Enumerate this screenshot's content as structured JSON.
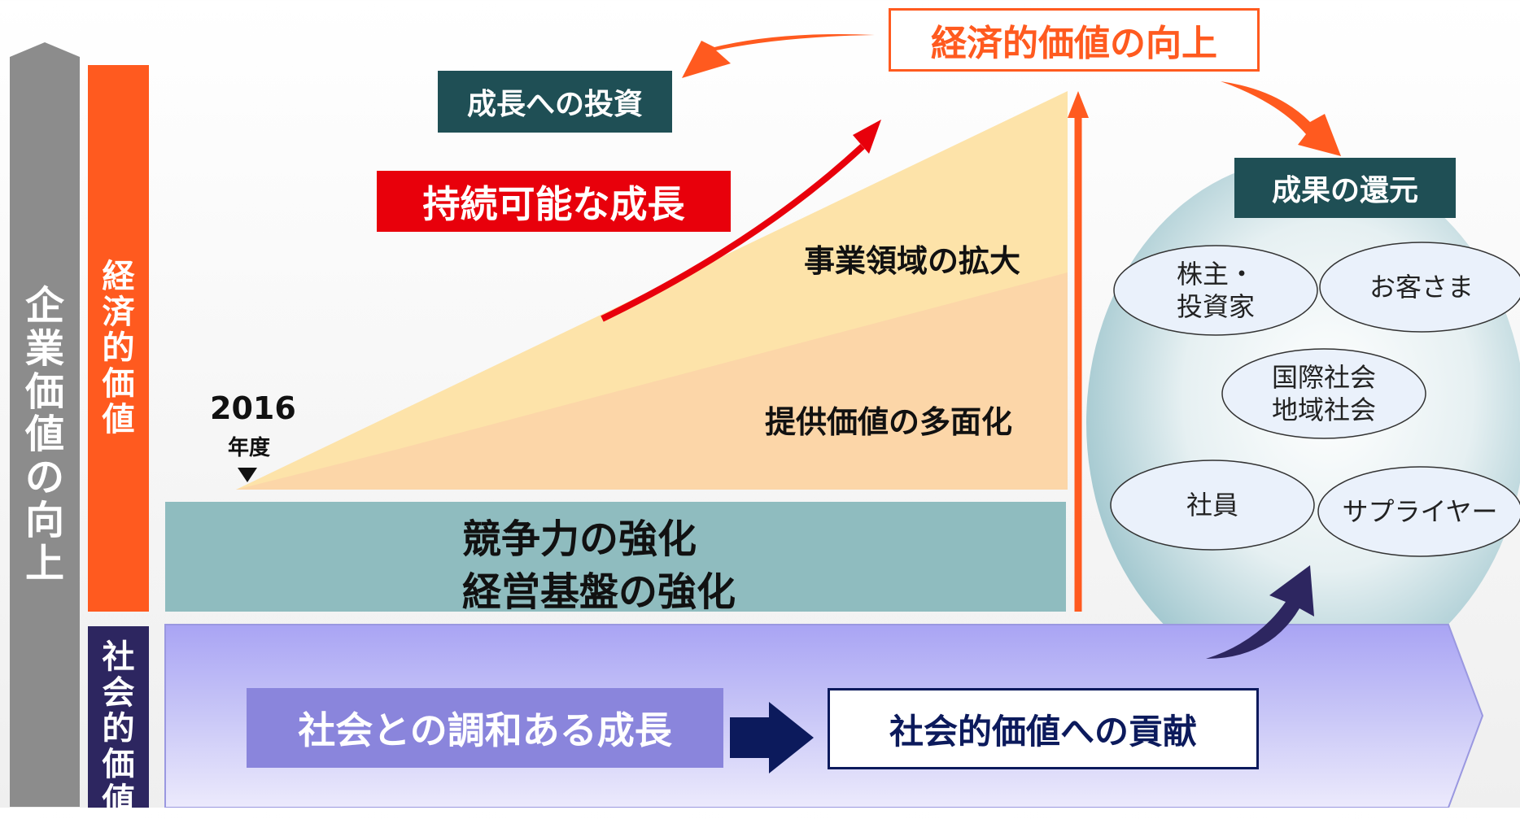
{
  "left_bar": {
    "label": "企業価値の向上",
    "chars": [
      "企",
      "業",
      "価",
      "値",
      "の",
      "向",
      "上"
    ],
    "color": "#8c8c8c"
  },
  "economic_bar": {
    "label": "経済的価値",
    "chars": [
      "経",
      "済",
      "的",
      "価",
      "値"
    ],
    "color": "#ff5a1f"
  },
  "social_bar": {
    "label": "社会的価値",
    "chars": [
      "社",
      "会",
      "的",
      "価",
      "値"
    ],
    "color": "#2d2660"
  },
  "economic_value_up": "経済的価値の向上",
  "growth_investment": "成長への投資",
  "sustainable_growth": "持続可能な成長",
  "business_expansion": "事業領域の拡大",
  "value_diversification": "提供価値の多面化",
  "year": "2016",
  "year_unit": "年度",
  "foundation": {
    "line1": "競争力の強化",
    "line2": "経営基盤の強化"
  },
  "social_growth": "社会との調和ある成長",
  "social_contribution": "社会的価値への貢献",
  "returns": "成果の還元",
  "stakeholders": {
    "shareholders": [
      "株主・",
      "投資家"
    ],
    "customers": "お客さま",
    "society": [
      "国際社会",
      "地域社会"
    ],
    "employees": "社員",
    "suppliers": "サプライヤー"
  },
  "colors": {
    "orange": "#ff5a1f",
    "red": "#e8000b",
    "teal": "#8fbcbf",
    "dark_teal": "#1f4f55",
    "lavender": "#aeaaf3",
    "navy": "#0c1a5c"
  }
}
